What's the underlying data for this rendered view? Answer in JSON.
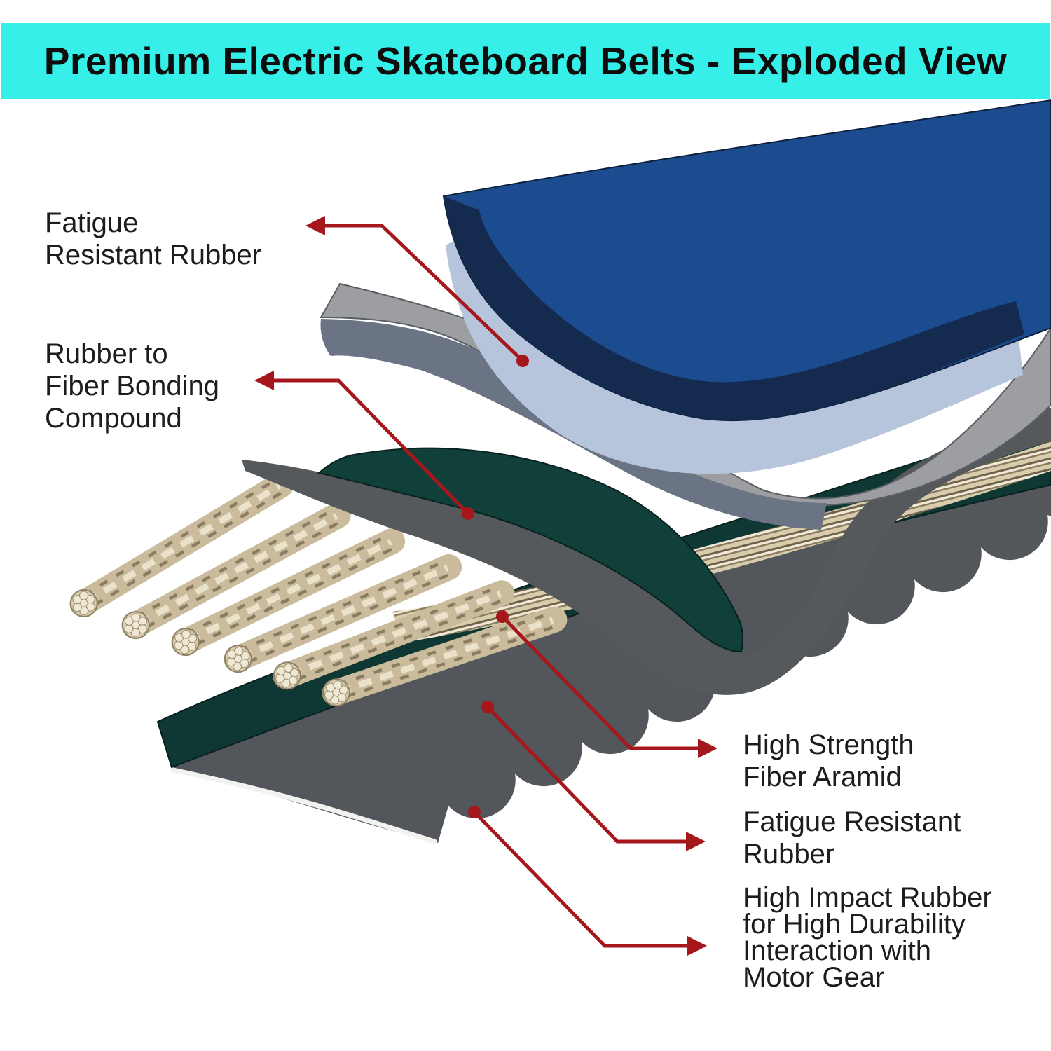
{
  "banner": {
    "title": "Premium Electric Skateboard Belts - Exploded View"
  },
  "labels": {
    "fatigue_left": {
      "lines": [
        "Fatigue",
        "Resistant Rubber"
      ]
    },
    "bonding": {
      "lines": [
        "Rubber to",
        "Fiber Bonding",
        "Compound"
      ]
    },
    "aramid": {
      "lines": [
        "High Strength",
        "Fiber Aramid"
      ]
    },
    "fatigue_right": {
      "lines": [
        "Fatigue Resistant",
        "Rubber"
      ]
    },
    "impact": {
      "lines": [
        "High Impact Rubber",
        "for High Durability",
        "Interaction with",
        "Motor Gear"
      ]
    }
  },
  "colors": {
    "banner_bg": "#35EFE8",
    "title_text": "#0D0D0D",
    "label_text": "#1D1D1D",
    "leader_red": "#A6171C",
    "navy_edge": "#142A4E",
    "royal_blue": "#1C4C90",
    "periwinkle": "#B6C5DC",
    "gray_top": "#9C9EA1",
    "slate_underside": "#6A7484",
    "bonding_teal": "#11403B",
    "bonding_edge_gray": "#56595C",
    "belt_teal": "#0F3733",
    "teeth_gray": "#53565A",
    "fiber_tan": "#D8CCAD",
    "fiber_dark": "#6E624C",
    "fiber_light": "#F0E9D6"
  }
}
